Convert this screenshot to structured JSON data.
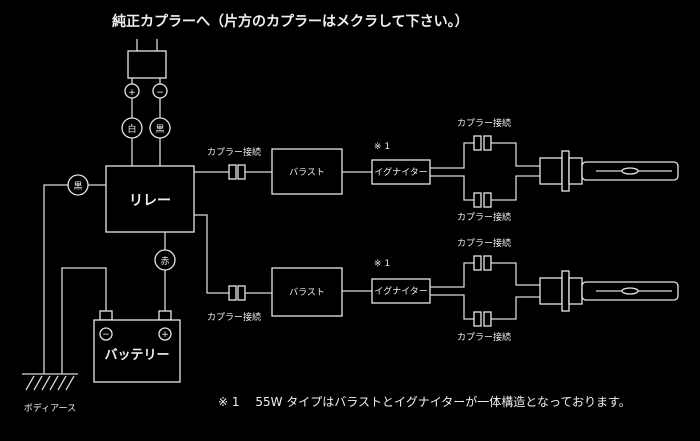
{
  "title": "純正カプラーへ（片方のカプラーはメクラして下さい。）",
  "labels": {
    "plus": "+",
    "minus": "−",
    "white": "白",
    "black": "黒",
    "red": "赤",
    "relay": "リレー",
    "battery": "バッテリー",
    "ballast": "バラスト",
    "igniter": "イグナイター",
    "coupler": "カプラー接続",
    "body_earth": "ボディアース",
    "note_mark": "※ 1",
    "footnote": "※ 1　 55W タイプはバラストとイグナイターが一体構造となっております。"
  },
  "colors": {
    "background": "#000000",
    "line": "#d8d8d8",
    "text": "#f0f0f0"
  }
}
